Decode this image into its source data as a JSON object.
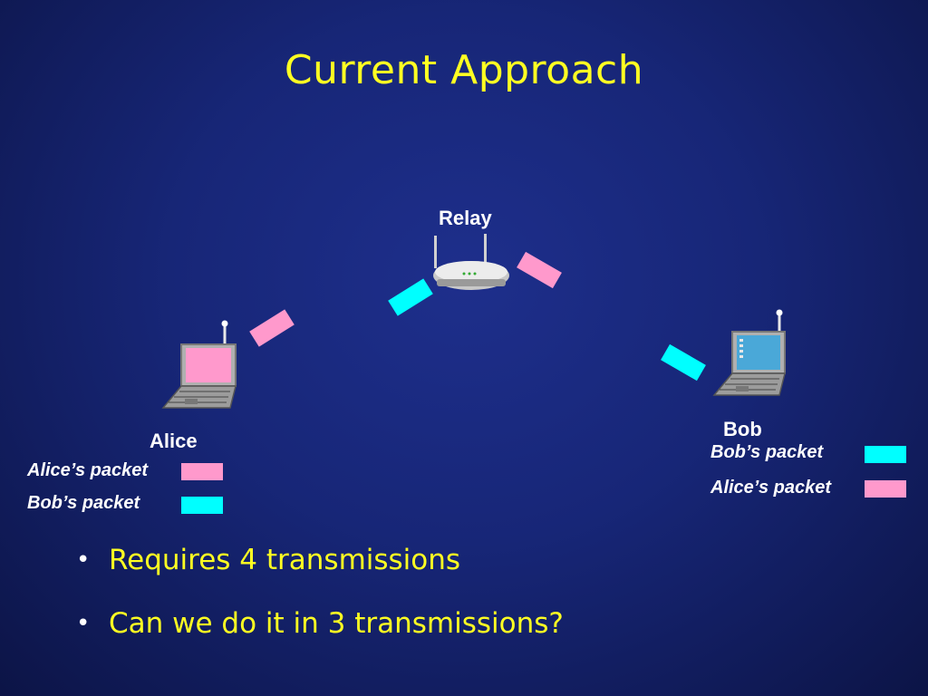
{
  "title": "Current Approach",
  "nodes": {
    "relay": "Relay",
    "alice": "Alice",
    "bob": "Bob"
  },
  "legend_alice_side": [
    {
      "label": "Alice’s packet",
      "color": "#ff99cc"
    },
    {
      "label": "Bob’s packet",
      "color": "#00ffff"
    }
  ],
  "legend_bob_side": [
    {
      "label": "Bob’s packet",
      "color": "#00ffff"
    },
    {
      "label": "Alice’s packet",
      "color": "#ff99cc"
    }
  ],
  "bullets": [
    {
      "marker": "•",
      "text": "Requires 4 transmissions"
    },
    {
      "marker": "•",
      "text": "Can we do it in 3 transmissions?"
    }
  ],
  "colors": {
    "alice_packet": "#ff99cc",
    "bob_packet": "#00ffff",
    "title": "#ffff22",
    "background": "#172677"
  }
}
